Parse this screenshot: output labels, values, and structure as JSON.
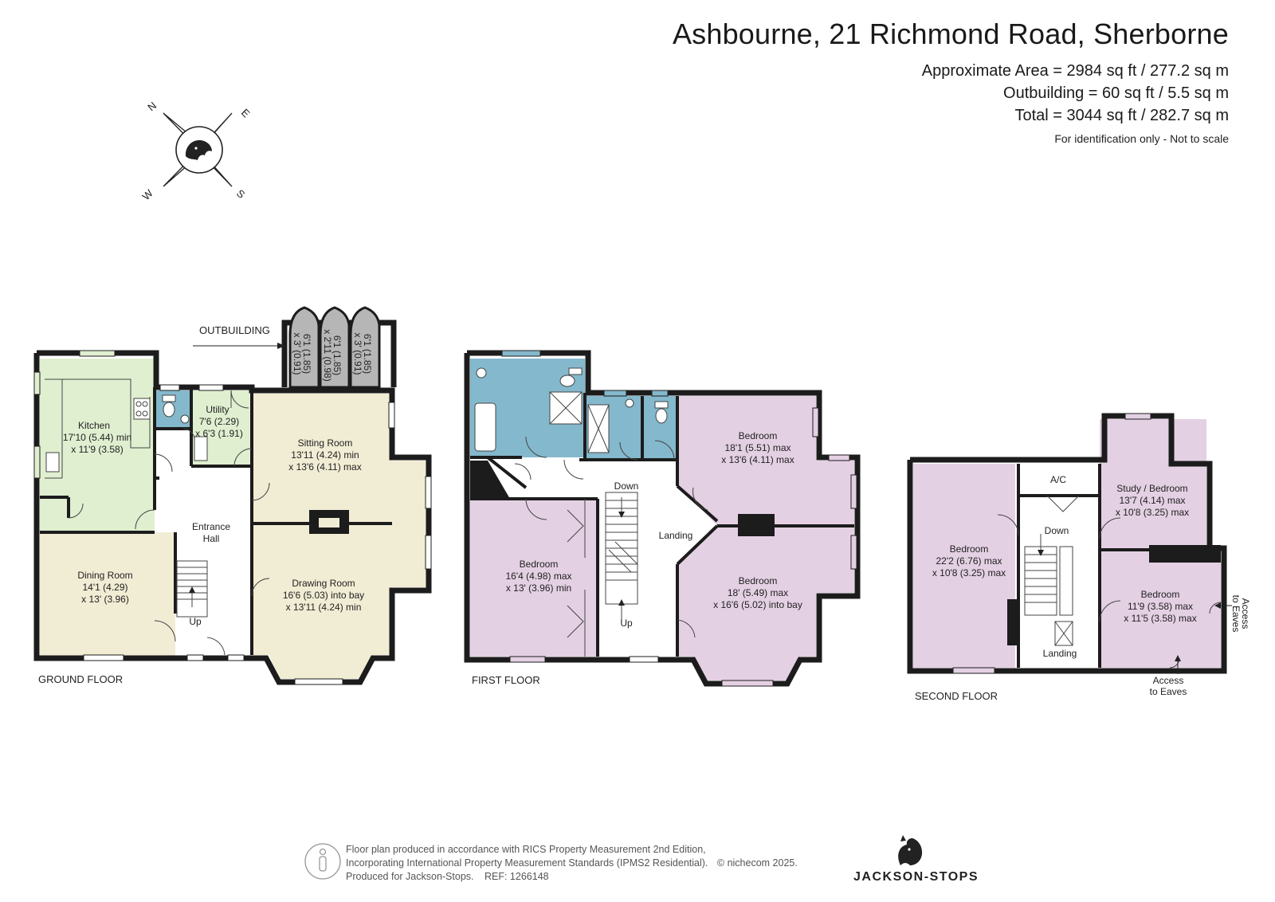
{
  "header": {
    "title": "Ashbourne, 21 Richmond Road, Sherborne",
    "approx_area": "Approximate Area = 2984 sq ft / 277.2 sq m",
    "outbuilding_area": "Outbuilding = 60 sq ft / 5.5 sq m",
    "total_area": "Total = 3044 sq ft / 282.7 sq m",
    "note": "For identification only - Not to scale"
  },
  "compass": {
    "n": "N",
    "e": "E",
    "s": "S",
    "w": "W"
  },
  "colors": {
    "wall": "#1c1c1c",
    "kitchen": "#e0efd0",
    "reception": "#f1ecd4",
    "bathroom": "#84b8cc",
    "bedroom": "#e4d0e3",
    "outbuilding": "#b6b6b6",
    "hall": "#ffffff",
    "window": "#9fc8d8"
  },
  "ground_floor": {
    "label": "GROUND FLOOR",
    "outbuilding_label": "OUTBUILDING",
    "outbuilding_rooms": [
      {
        "size": "6'1 (1.85)",
        "by": "x 3' (0.91)"
      },
      {
        "size": "6'1 (1.85)",
        "by": "x 2'11 (0.98)"
      },
      {
        "size": "6'1 (1.85)",
        "by": "x 3' (0.91)"
      }
    ],
    "kitchen": {
      "name": "Kitchen",
      "dim1": "17'10 (5.44) min",
      "dim2": "x 11'9 (3.58)"
    },
    "utility": {
      "name": "Utility",
      "dim1": "7'6 (2.29)",
      "dim2": "x 6'3 (1.91)"
    },
    "sitting_room": {
      "name": "Sitting Room",
      "dim1": "13'11 (4.24) min",
      "dim2": "x 13'6 (4.11) max"
    },
    "entrance_hall": {
      "name": "Entrance",
      "name2": "Hall"
    },
    "dining_room": {
      "name": "Dining Room",
      "dim1": "14'1 (4.29)",
      "dim2": "x 13' (3.96)"
    },
    "drawing_room": {
      "name": "Drawing Room",
      "dim1": "16'6 (5.03) into bay",
      "dim2": "x 13'11 (4.24) min"
    },
    "stairs_up": "Up"
  },
  "first_floor": {
    "label": "FIRST FLOOR",
    "bedroom_tr": {
      "name": "Bedroom",
      "dim1": "18'1 (5.51) max",
      "dim2": "x 13'6 (4.11) max"
    },
    "bedroom_left": {
      "name": "Bedroom",
      "dim1": "16'4 (4.98) max",
      "dim2": "x 13' (3.96) min"
    },
    "bedroom_br": {
      "name": "Bedroom",
      "dim1": "18' (5.49) max",
      "dim2": "x 16'6 (5.02) into bay"
    },
    "landing": "Landing",
    "stairs_down": "Down",
    "stairs_up": "Up"
  },
  "second_floor": {
    "label": "SECOND FLOOR",
    "bedroom_left": {
      "name": "Bedroom",
      "dim1": "22'2 (6.76) max",
      "dim2": "x 10'8 (3.25) max"
    },
    "study": {
      "name": "Study / Bedroom",
      "dim1": "13'7 (4.14) max",
      "dim2": "x 10'8 (3.25) max"
    },
    "bedroom_right": {
      "name": "Bedroom",
      "dim1": "11'9 (3.58) max",
      "dim2": "x 11'5 (3.58) max"
    },
    "ac": "A/C",
    "stairs_down": "Down",
    "landing": "Landing",
    "access_eaves_1": "Access",
    "access_eaves_2": "to Eaves",
    "access_side_1": "Access",
    "access_side_2": "to Eaves"
  },
  "footer": {
    "line1": "Floor plan produced in accordance with RICS Property Measurement 2nd Edition,",
    "line2": "Incorporating International Property Measurement Standards (IPMS2 Residential).",
    "copyright": "© nichecom 2025.",
    "line3": "Produced for Jackson-Stops.",
    "ref": "REF:  1266148",
    "brand": "JACKSON-STOPS"
  }
}
